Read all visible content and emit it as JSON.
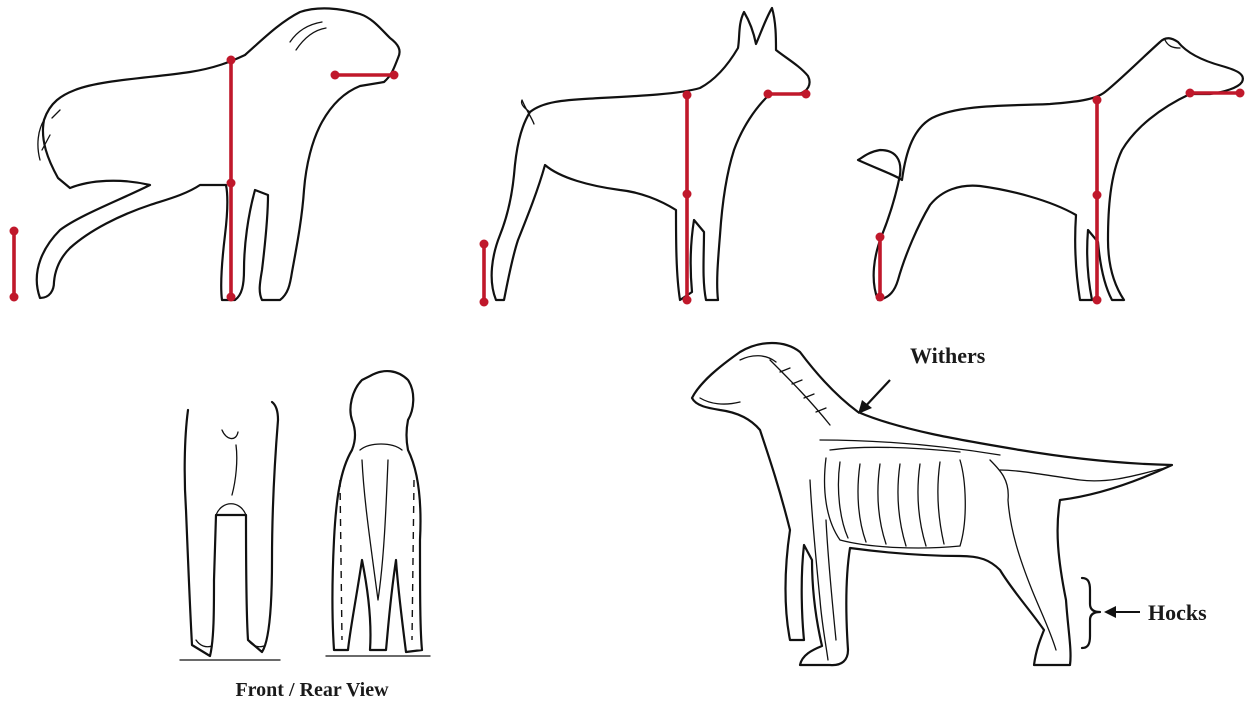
{
  "labels": {
    "withers": "Withers",
    "hocks": "Hocks",
    "front_rear_caption": "Front / Rear View"
  },
  "colors": {
    "measure_line": "#c0182b",
    "ink": "#111111",
    "background": "#ffffff"
  }
}
